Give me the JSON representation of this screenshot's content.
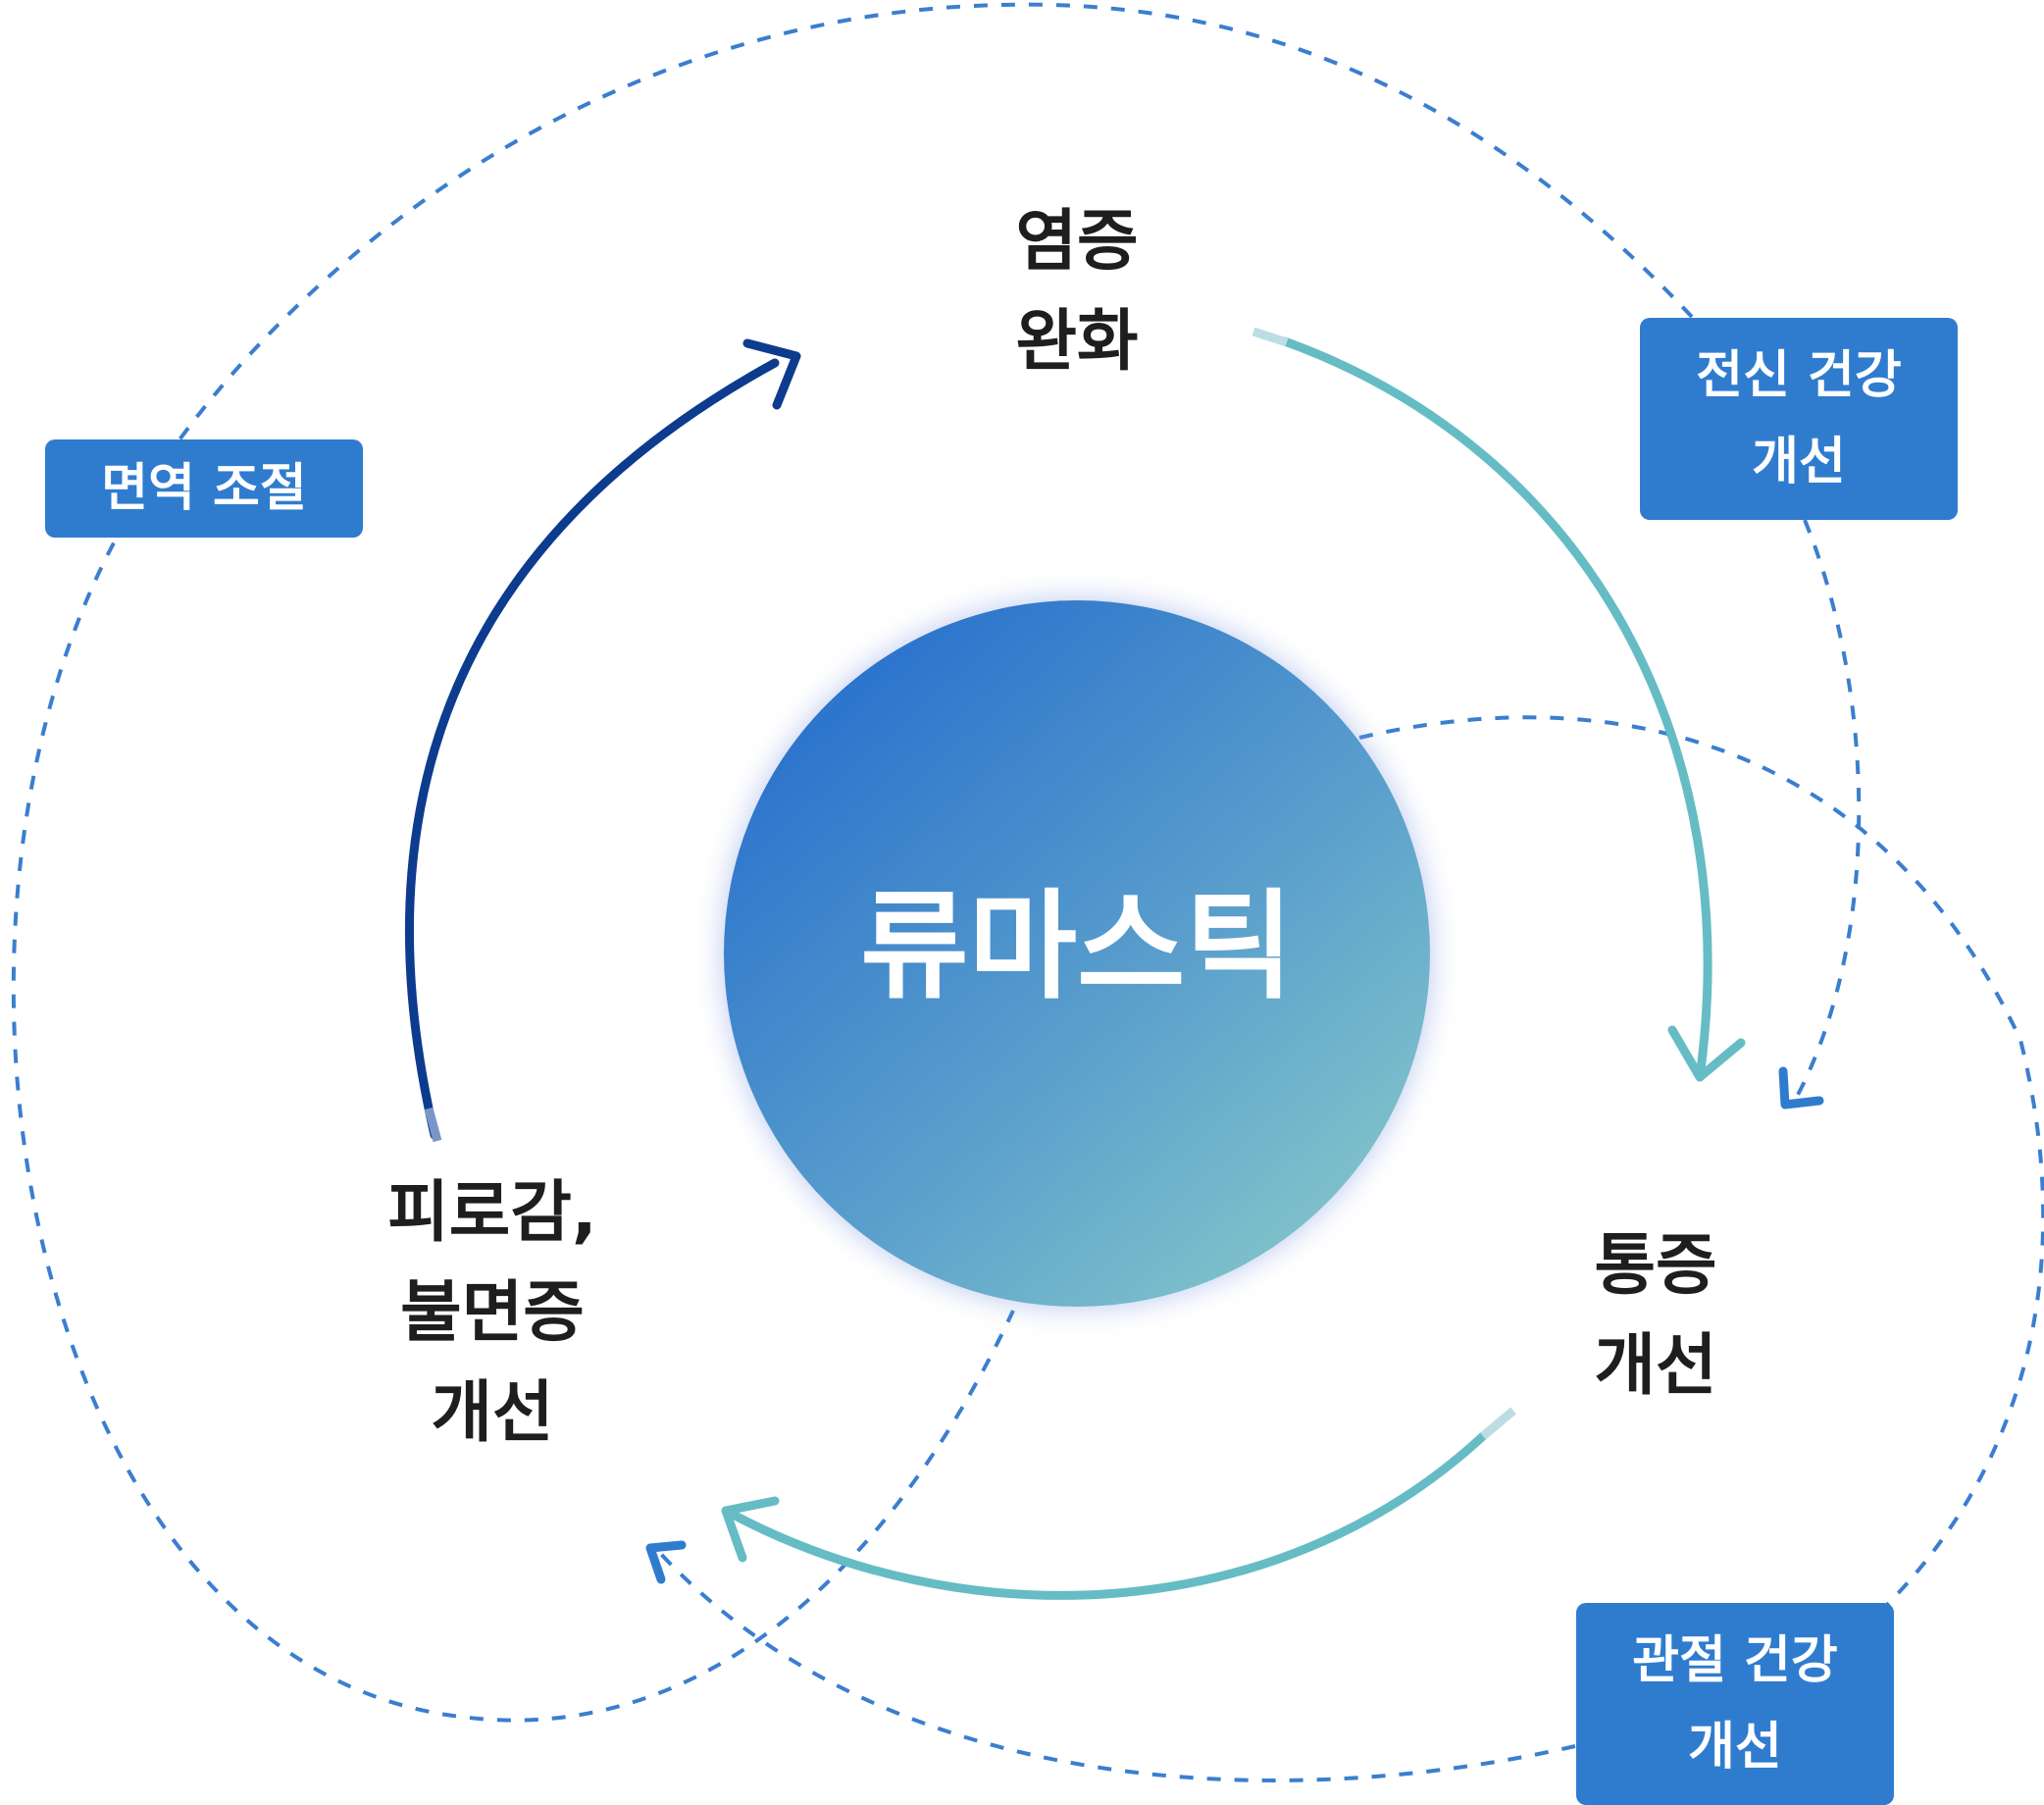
{
  "center": {
    "label": "류마스틱"
  },
  "stages": {
    "inflammation": {
      "line1": "염증",
      "line2": "완화"
    },
    "pain": {
      "line1": "통증",
      "line2": "개선"
    },
    "fatigue": {
      "line1": "피로감,",
      "line2": "불면증",
      "line3": "개선"
    }
  },
  "badges": {
    "immune": {
      "line1": "면역 조절"
    },
    "body": {
      "line1": "전신 건강",
      "line2": "개선"
    },
    "joint": {
      "line1": "관절 건강",
      "line2": "개선"
    }
  },
  "colors": {
    "navy_arrow": "#0d3b8e",
    "teal_arrow": "#66bcc4",
    "dashed_line": "#3a7ed0",
    "badge_fill": "#2f7ccf",
    "center_gradient_start": "#2a72cd",
    "center_gradient_end": "#82c4ca",
    "label_text": "#1e1e1e"
  }
}
